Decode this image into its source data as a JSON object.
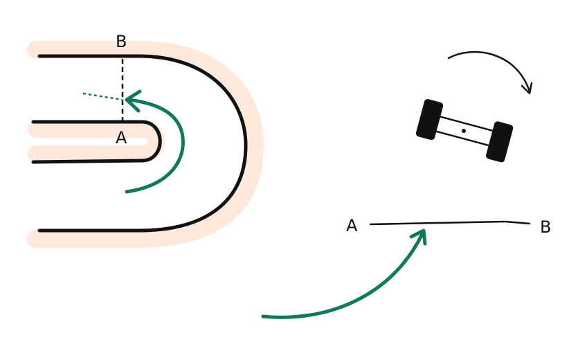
{
  "colors": {
    "background": "#ffffff",
    "track_edge": "#ffe9dc",
    "ink": "#111111",
    "arrow": "#0e7a5a"
  },
  "left_diagram": {
    "point_a": "A",
    "point_b": "B"
  },
  "right_diagram": {
    "point_a": "A",
    "point_b": "B"
  }
}
